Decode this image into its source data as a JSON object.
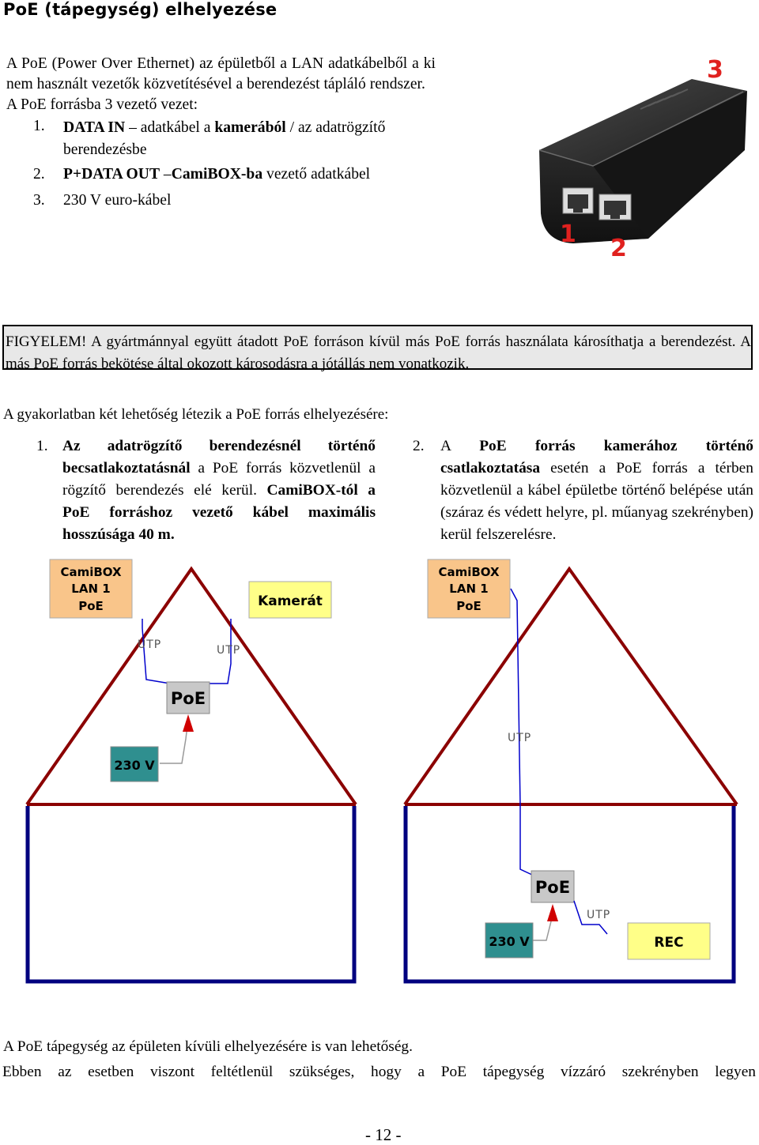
{
  "title": "PoE (tápegység) elhelyezése",
  "intro": {
    "paragraph": "A PoE (Power Over Ethernet) az épületből a LAN adatkábelből a ki nem használt vezetők közvetítésével a berendezést tápláló rendszer.",
    "lead": "A PoE forrásba 3 vezető vezet:",
    "items": [
      {
        "num": "1.",
        "bold1": "DATA IN",
        "text1": " – adatkábel a ",
        "bold2": "kamerából",
        "text2": " / az adatrögzítő berendezésbe"
      },
      {
        "num": "2.",
        "bold1": "P+DATA OUT",
        "text1": " –",
        "bold2": "CamiBOX-ba",
        "text2": " vezető adatkábel"
      },
      {
        "num": "3.",
        "text": "230 V euro-kábel"
      }
    ]
  },
  "photo": {
    "markers": [
      "1",
      "2",
      "3"
    ],
    "marker_color": "#e0211f"
  },
  "warning": "FIGYELEM! A gyártmánnyal együtt átadott PoE forráson kívül más PoE forrás használata károsíthatja a berendezést. A más PoE forrás bekötése által okozott károsodásra a jótállás nem vonatkozik.",
  "options_intro": "A gyakorlatban két lehetőség létezik a PoE forrás elhelyezésére:",
  "option1": {
    "num": "1.",
    "bold_a": "Az adatrögzítő berendezésnél történő becsatlakoztatásnál",
    "text_a": " a PoE forrás közvetlenül a rögzítő berendezés elé kerül. ",
    "bold_b": "CamiBOX-tól a PoE forráshoz vezető kábel maximális hosszúsága 40 m."
  },
  "option2": {
    "num": "2.",
    "text_a": "A ",
    "bold_a": "PoE forrás kamerához történő csatlakoztatása",
    "text_b": " esetén a PoE forrás a térben közvetlenül a kábel épületbe történő belépése után (száraz és védett helyre, pl. műanyag szekrényben) kerül felszerelésre."
  },
  "diagram1": {
    "camibox": [
      "CamiBOX",
      "LAN 1",
      "PoE"
    ],
    "camera": "Kamerát",
    "poe": "PoE",
    "power": "230 V",
    "utp": [
      "UTP",
      "UTP"
    ]
  },
  "diagram2": {
    "camibox": [
      "CamiBOX",
      "LAN 1",
      "PoE"
    ],
    "poe": "PoE",
    "power": "230 V",
    "rec": "REC",
    "utp": [
      "UTP",
      "UTP"
    ]
  },
  "colors": {
    "roof": "#8b0000",
    "wall": "#00007f",
    "camibox_fill": "#f9c58a",
    "yellow_fill": "#ffff88",
    "poe_fill": "#c8c8c8",
    "power_fill": "#2f8f8f",
    "cable": "#0000cc",
    "arrow": "#d00000",
    "warning_bg": "#e8e8e8"
  },
  "outro": [
    "A PoE tápegység az épületen kívüli elhelyezésére is van lehetőség.",
    "Ebben az esetben viszont feltétlenül szükséges, hogy a PoE tápegység vízzáró szekrényben legyen"
  ],
  "page_number": "- 12 -"
}
